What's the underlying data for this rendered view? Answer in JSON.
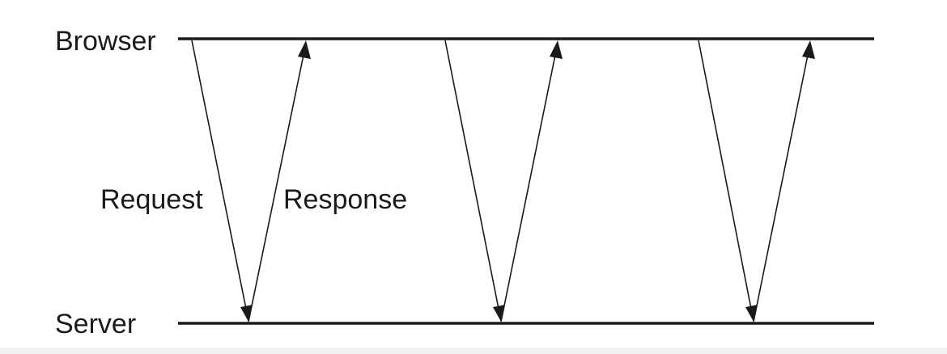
{
  "diagram": {
    "lanes": {
      "top": "Browser",
      "bottom": "Server"
    },
    "message_labels": {
      "request": "Request",
      "response": "Response"
    },
    "exchanges": 3,
    "color": "#1a1a1a"
  }
}
